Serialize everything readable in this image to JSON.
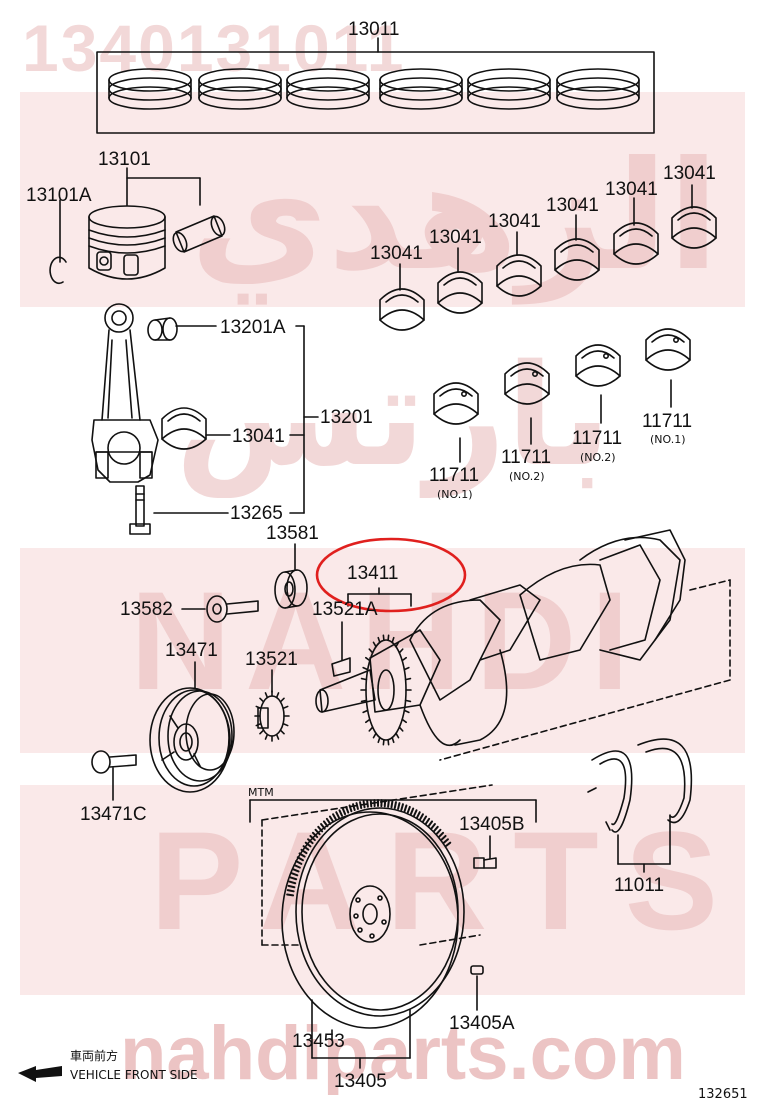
{
  "watermark": {
    "part_number": "1340131011",
    "arabic_line1": "الزهدي",
    "arabic_line2": "بارتس",
    "latin_line1": "NAHDI",
    "latin_line2": "PARTS",
    "site": "nahdiparts.com"
  },
  "labels": {
    "ring_set": "13011",
    "piston": "13101",
    "snap_ring": "13101A",
    "bearing_top_1": "13041",
    "bearing_top_2": "13041",
    "bearing_top_3": "13041",
    "bearing_top_4": "13041",
    "bearing_top_5": "13041",
    "bearing_top_6": "13041",
    "bushing": "13201A",
    "conrod_assy": "13201",
    "rod_bearing": "13041",
    "rod_bolt": "13265",
    "main_bearing_1": "11711",
    "main_bearing_1_note": "(NO.1)",
    "main_bearing_2": "11711",
    "main_bearing_2_note": "(NO.2)",
    "main_bearing_3": "11711",
    "main_bearing_3_note": "(NO.2)",
    "main_bearing_4": "11711",
    "main_bearing_4_note": "(NO.1)",
    "washer_13581": "13581",
    "crankshaft": "13411",
    "bolt_13582": "13582",
    "key_13521a": "13521A",
    "pulley": "13471",
    "sprocket": "13521",
    "pulley_bolt": "13471C",
    "thrust_washer": "11011",
    "mtm": "MTM",
    "flywheel_bolt": "13405B",
    "flywheel_pin": "13405A",
    "ring_gear": "13453",
    "flywheel": "13405",
    "direction_jp": "車両前方",
    "direction_en": "VEHICLE FRONT SIDE",
    "diagram_no": "132651"
  },
  "colors": {
    "line": "#111111",
    "highlight": "#e0201e",
    "watermark": "#e9b9b9"
  }
}
